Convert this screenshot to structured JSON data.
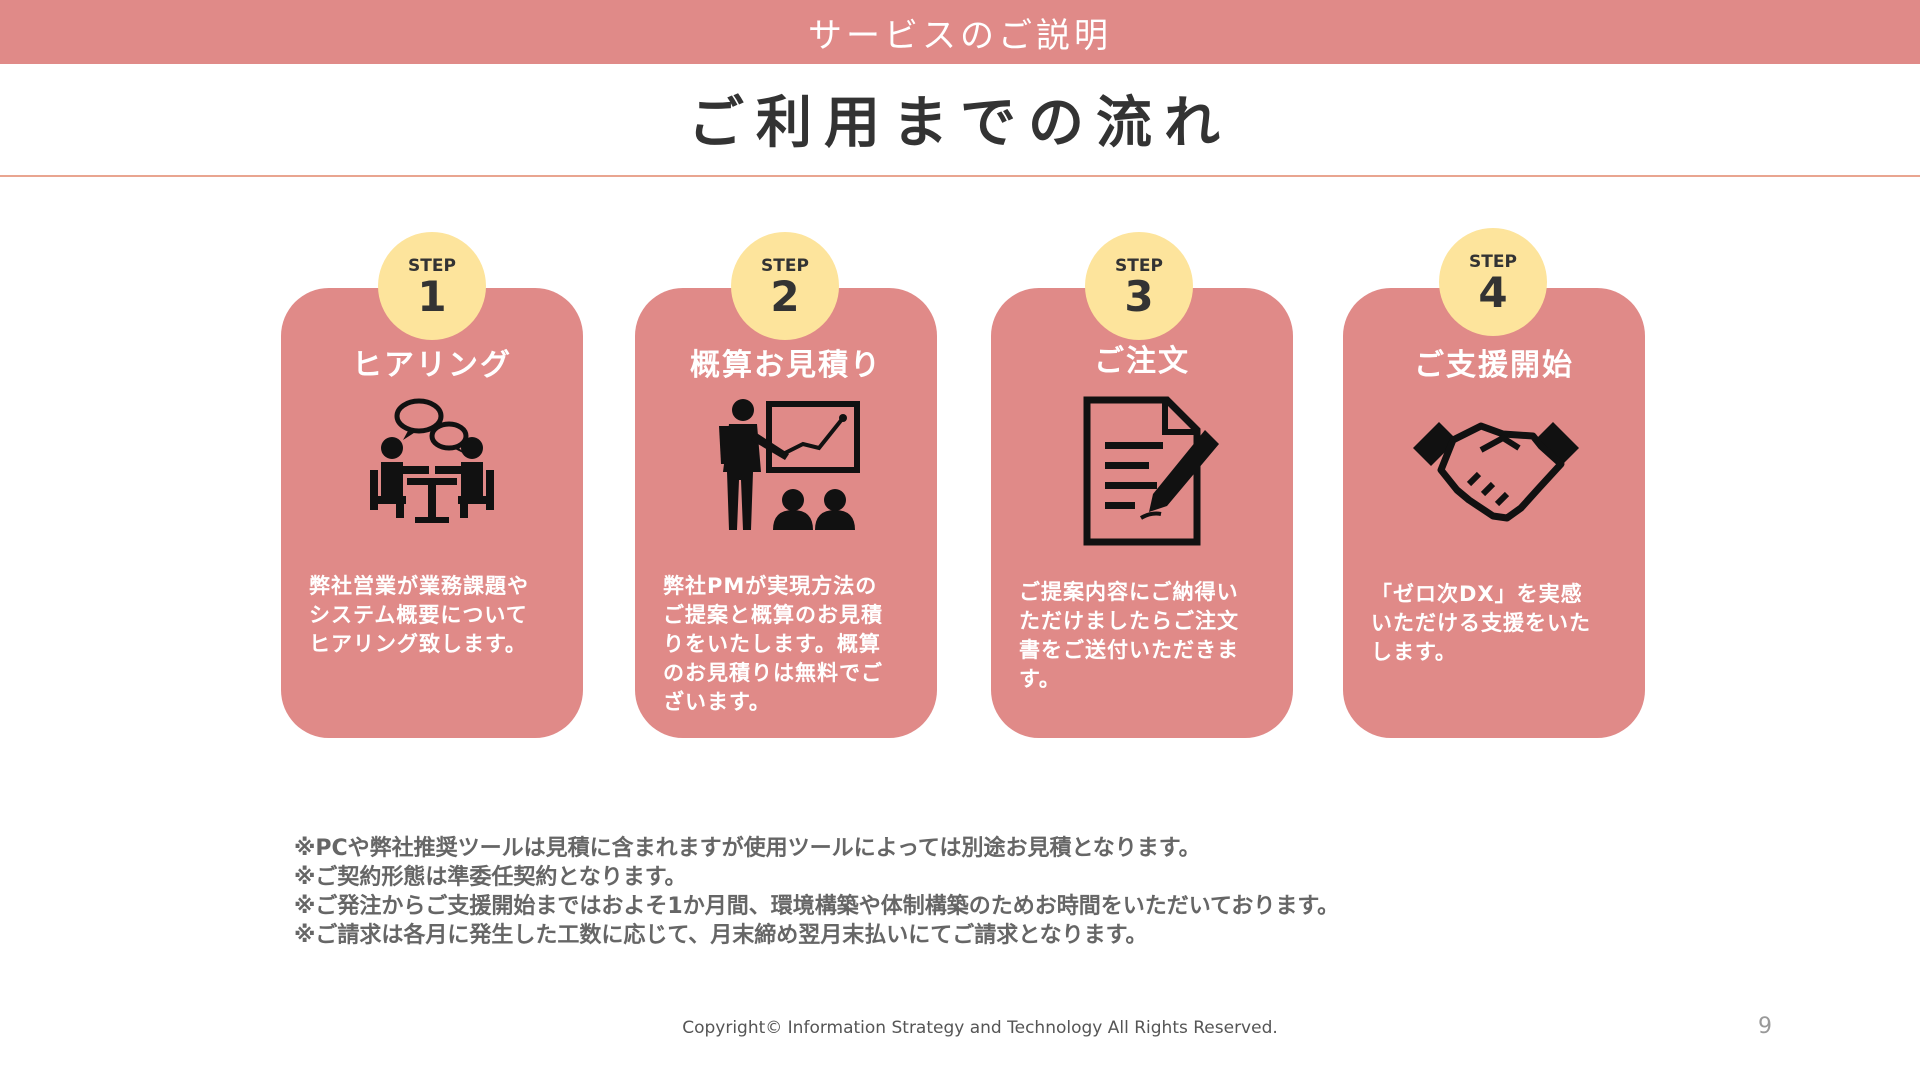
{
  "header": {
    "section_label": "サービスのご説明",
    "title": "ご利用までの流れ",
    "band_color": "#e08a88"
  },
  "steps": [
    {
      "badge_label": "STEP",
      "number": "1",
      "title": "ヒアリング",
      "icon": "meeting-icon",
      "description": [
        "弊社営業が業務課題や",
        "システム概要について",
        "ヒアリング致します。"
      ]
    },
    {
      "badge_label": "STEP",
      "number": "2",
      "title": "概算お見積り",
      "icon": "presentation-icon",
      "description": [
        "弊社PMが実現方法の",
        "ご提案と概算のお見積",
        "りをいたします。概算",
        "のお見積りは無料でご",
        "ざいます。"
      ]
    },
    {
      "badge_label": "STEP",
      "number": "3",
      "title": "ご注文",
      "icon": "contract-signing-icon",
      "description": [
        "ご提案内容にご納得い",
        "ただけましたらご注文",
        "書をご送付いただきま",
        "す。"
      ]
    },
    {
      "badge_label": "STEP",
      "number": "4",
      "title": "ご支援開始",
      "icon": "handshake-icon",
      "description": [
        "「ゼロ次DX」を実感",
        "いただける支援をいた",
        "します。"
      ]
    }
  ],
  "notes": [
    "※PCや弊社推奨ツールは見積に含まれますが使用ツールによっては別途お見積となります。",
    "※ご契約形態は準委任契約となります。",
    "※ご発注からご支援開始まではおよそ1か月間、環境構築や体制構築のためお時間をいただいております。",
    "※ご請求は各月に発生した工数に応じて、月末締め翌月末払いにてご請求となります。"
  ],
  "footer": {
    "copyright": "Copyright© Information Strategy and Technology All Rights Reserved.",
    "page_number": "9"
  },
  "colors": {
    "card": "#e08a88",
    "badge": "#fde49c",
    "divider": "#e9a590"
  }
}
